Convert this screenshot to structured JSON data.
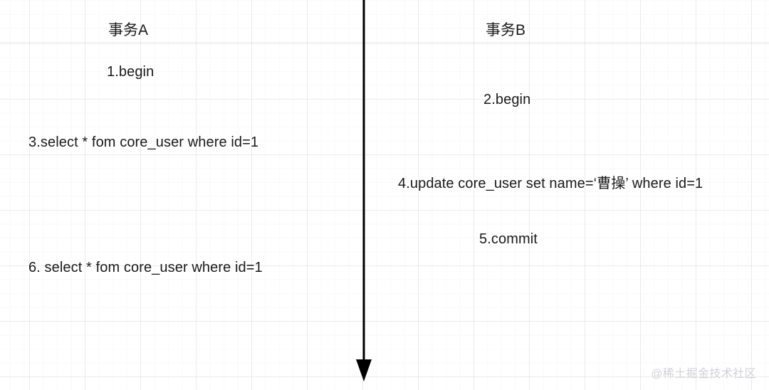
{
  "diagram": {
    "background_color": "#ffffff",
    "grid_color": "#f0f0f2",
    "text_color": "#1a1a1a",
    "arrow_color": "#000000",
    "columns": [
      {
        "id": "transaction-a",
        "title": "事务A"
      },
      {
        "id": "transaction-b",
        "title": "事务B"
      }
    ],
    "timeline": {
      "orientation": "vertical-downward",
      "label": "time-axis"
    },
    "steps": [
      {
        "n": 1,
        "column": "transaction-a",
        "text": "1.begin"
      },
      {
        "n": 2,
        "column": "transaction-b",
        "text": "2.begin"
      },
      {
        "n": 3,
        "column": "transaction-a",
        "text": "3.select * fom core_user where id=1"
      },
      {
        "n": 4,
        "column": "transaction-b",
        "text": "4.update core_user set name=‘曹操’ where id=1"
      },
      {
        "n": 5,
        "column": "transaction-b",
        "text": "5.commit"
      },
      {
        "n": 6,
        "column": "transaction-a",
        "text": "6. select * fom core_user where id=1"
      }
    ]
  },
  "watermark": {
    "text": "@稀土掘金技术社区"
  }
}
